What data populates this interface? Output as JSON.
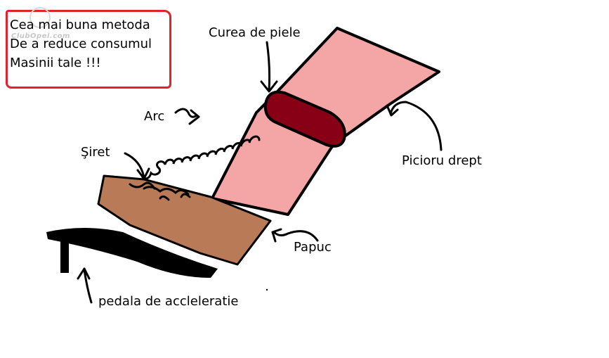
{
  "note": {
    "lines": [
      "Cea mai buna metoda",
      "De a reduce consumul",
      "Masinii tale !!!"
    ],
    "watermark": "ClubOpel.com"
  },
  "labels": {
    "belt": "Curea de piele",
    "spring": "Arc",
    "lace": "Şiret",
    "leg": "Picioru drept",
    "shoe": "Papuc",
    "pedal": "pedala de accleleratie"
  },
  "colors": {
    "leg": "#f4a6a6",
    "belt": "#880015",
    "shoe": "#b97a57",
    "pedal": "#000000",
    "note_border": "#e0242b"
  }
}
